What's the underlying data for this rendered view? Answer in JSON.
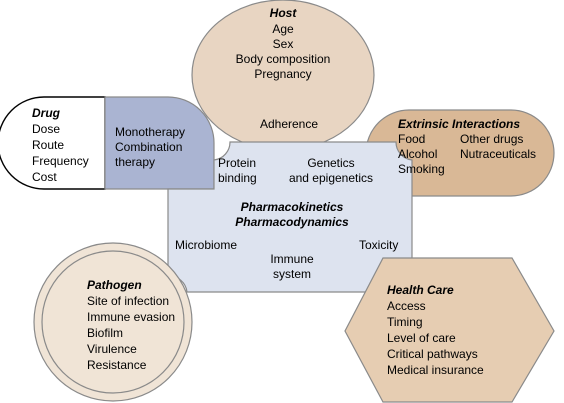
{
  "host": {
    "title": "Host",
    "items": [
      "Age",
      "Sex",
      "Body composition",
      "Pregnancy"
    ],
    "adherence": "Adherence"
  },
  "drug": {
    "title": "Drug",
    "items": [
      "Dose",
      "Route",
      "Frequency",
      "Cost"
    ],
    "therapy": [
      "Monotherapy",
      "Combination",
      "therapy"
    ]
  },
  "extrinsic": {
    "title": "Extrinsic Interactions",
    "col1": [
      "Food",
      "Alcohol",
      "Smoking"
    ],
    "col2": [
      "Other drugs",
      "Nutraceuticals"
    ]
  },
  "center": {
    "title1": "Pharmacokinetics",
    "title2": "Pharmacodynamics",
    "protein_binding": [
      "Protein",
      "binding"
    ],
    "genetics": [
      "Genetics",
      "and epigenetics"
    ],
    "microbiome": "Microbiome",
    "toxicity": "Toxicity",
    "immune": [
      "Immune",
      "system"
    ]
  },
  "pathogen": {
    "title": "Pathogen",
    "items": [
      "Site of infection",
      "Immune evasion",
      "Biofilm",
      "Virulence",
      "Resistance"
    ]
  },
  "health_care": {
    "title": "Health Care",
    "items": [
      "Access",
      "Timing",
      "Level of care",
      "Critical pathways",
      "Medical insurance"
    ]
  },
  "colors": {
    "host_fill": "#e8d5c2",
    "drug_fill": "#aab4d2",
    "extrinsic_fill": "#d9b896",
    "center_fill": "#dde3ef",
    "pathogen_fill": "#f0e4d6",
    "health_fill": "#e6cdb2",
    "stroke": "#8a8a8a"
  }
}
